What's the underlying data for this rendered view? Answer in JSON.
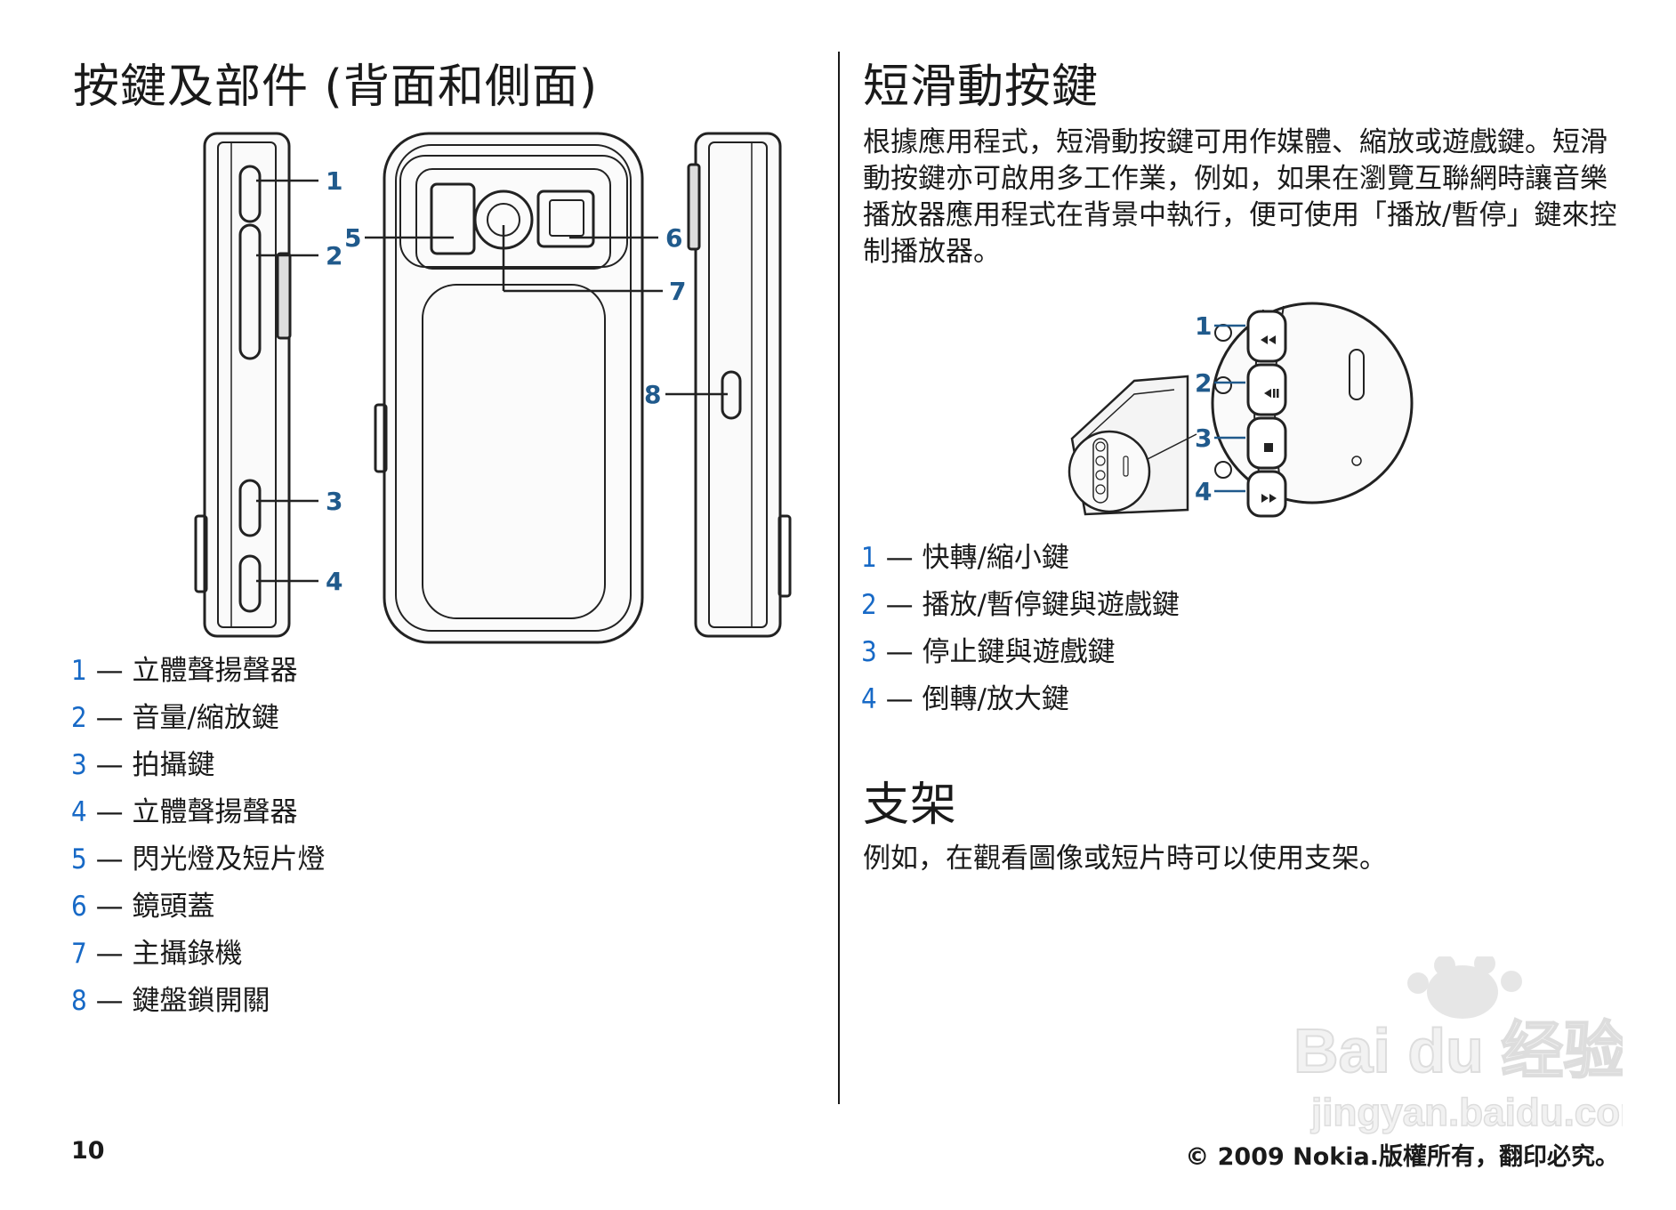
{
  "left": {
    "title": "按鍵及部件 (背面和側面)",
    "callouts": [
      "1",
      "2",
      "3",
      "4",
      "5",
      "6",
      "7",
      "8"
    ],
    "legend": [
      {
        "num": "1",
        "sep": " — ",
        "text": "立體聲揚聲器"
      },
      {
        "num": "2",
        "sep": " — ",
        "text": "音量/縮放鍵"
      },
      {
        "num": "3",
        "sep": " — ",
        "text": "拍攝鍵"
      },
      {
        "num": "4",
        "sep": " — ",
        "text": "立體聲揚聲器"
      },
      {
        "num": "5",
        "sep": " — ",
        "text": "閃光燈及短片燈"
      },
      {
        "num": "6",
        "sep": " — ",
        "text": "鏡頭蓋"
      },
      {
        "num": "7",
        "sep": " — ",
        "text": "主攝錄機"
      },
      {
        "num": "8",
        "sep": " — ",
        "text": "鍵盤鎖開關"
      }
    ]
  },
  "right": {
    "title": "短滑動按鍵",
    "paragraph": "根據應用程式，短滑動按鍵可用作媒體、縮放或遊戲鍵。短滑動按鍵亦可啟用多工作業，例如，如果在瀏覽互聯網時讓音樂播放器應用程式在背景中執行，便可使用「播放/暫停」鍵來控制播放器。",
    "callouts": [
      "1",
      "2",
      "3",
      "4"
    ],
    "legend": [
      {
        "num": "1",
        "sep": " — ",
        "text": "快轉/縮小鍵"
      },
      {
        "num": "2",
        "sep": " — ",
        "text": "播放/暫停鍵與遊戲鍵"
      },
      {
        "num": "3",
        "sep": " — ",
        "text": "停止鍵與遊戲鍵"
      },
      {
        "num": "4",
        "sep": " — ",
        "text": "倒轉/放大鍵"
      }
    ],
    "stand_title": "支架",
    "stand_paragraph": "例如，在觀看圖像或短片時可以使用支架。"
  },
  "footer": {
    "page_number": "10",
    "copyright": "© 2009 Nokia.版權所有，翻印必究。"
  },
  "watermark": {
    "brand": "Bai du 经验",
    "url": "jingyan.baidu.com"
  },
  "colors": {
    "accent_number": "#1769c6",
    "callout": "#205a8c",
    "text": "#1a1a1a"
  }
}
